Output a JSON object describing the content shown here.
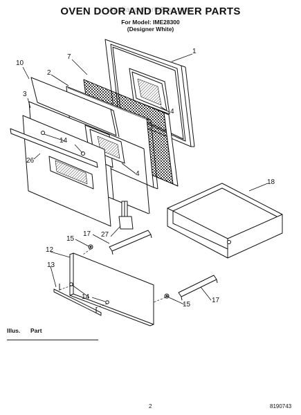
{
  "watermark": "AppliancePartsPros.com",
  "header": {
    "title": "OVEN DOOR AND DRAWER PARTS",
    "model_line": "For Model: IME28300",
    "variant_line": "(Designer White)"
  },
  "callouts": {
    "c1": "1",
    "c7": "7",
    "c10": "10",
    "c2": "2",
    "c3": "3",
    "c4a": "4",
    "c4b": "4",
    "c14a": "14",
    "c26": "26",
    "c18": "18",
    "c17a": "17",
    "c27": "27",
    "c15a": "15",
    "c12": "12",
    "c13": "13",
    "c14b": "14",
    "c15b": "15",
    "c17b": "17"
  },
  "footer": {
    "illus_label": "Illus.",
    "part_label": "Part",
    "page_number": "2",
    "doc_number": "8190743"
  }
}
